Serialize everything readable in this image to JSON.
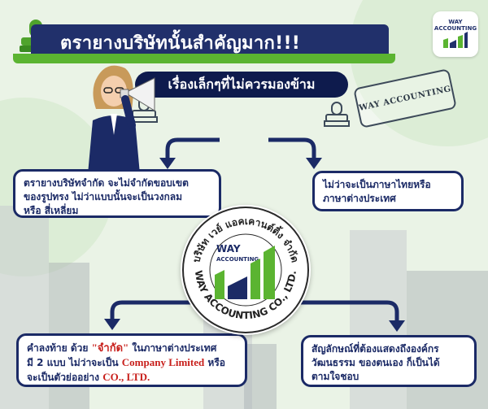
{
  "title": "ตรายางบริษัทนั้นสำคัญมาก!!!",
  "subtitle": "เรื่องเล็กๆที่ไม่ควรมองข้าม",
  "logo": {
    "line1": "WAY",
    "line2": "ACCOUNTING"
  },
  "stamp_tag": "WAY ACCOUNTING",
  "seal": {
    "top_text": "บริษัท เวย์ แอคเคานต์ติ้ง จำกัด",
    "bottom_text": "WAY ACCOUNTING CO., LTD.",
    "logo_line1": "WAY",
    "logo_line2": "ACCOUNTING"
  },
  "box1": {
    "line1": "ตรายางบริษัทจำกัด จะไม่จำกัดขอบเขต",
    "line2": "ของรูปทรง ไม่ว่าแบบนั้นจะเป็นวงกลม",
    "line3": "หรือ สี่เหลี่ยม"
  },
  "box2": {
    "line1": "ไม่ว่าจะเป็นภาษาไทยหรือ",
    "line2": "ภาษาต่างประเทศ"
  },
  "box3": {
    "l1a": "คำลงท้าย ด้วย ",
    "l1_red": "\"จำกัด\"",
    "l1b": " ในภาษาต่างประเทศ",
    "l2a": "มี 2 แบบ ไม่ว่าจะเป็น ",
    "l2_red": "Company Limited",
    "l2b": " หรือ",
    "l3a": "จะเป็นตัวย่ออย่าง ",
    "l3_navy": "CO., LTD."
  },
  "box4": {
    "line1": "สัญลักษณ์ที่ต้องแสดงถึงองค์กร",
    "line2": "วัฒนธรรม ของตนเอง ก็เป็นได้",
    "line3": "ตามใจชอบ"
  },
  "colors": {
    "navy": "#1b2a66",
    "green": "#5bb431",
    "red": "#c8201c"
  }
}
